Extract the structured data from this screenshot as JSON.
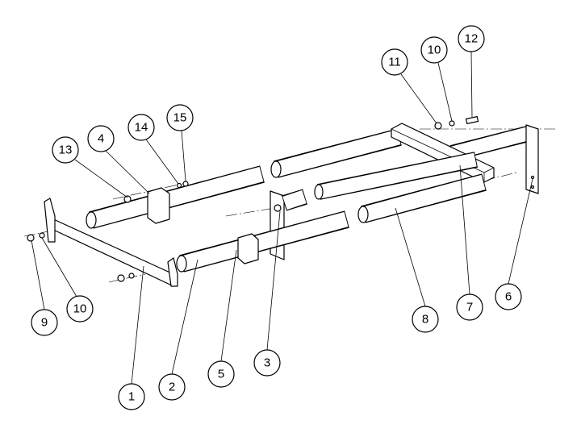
{
  "diagram": {
    "title": "Exploded parts view - frame and tube assembly",
    "callouts": {
      "c1": "1",
      "c2": "2",
      "c3": "3",
      "c4": "4",
      "c5": "5",
      "c6": "6",
      "c7": "7",
      "c8": "8",
      "c9": "9",
      "c10a": "10",
      "c10b": "10",
      "c11": "11",
      "c12": "12",
      "c13": "13",
      "c14": "14",
      "c15": "15"
    }
  }
}
